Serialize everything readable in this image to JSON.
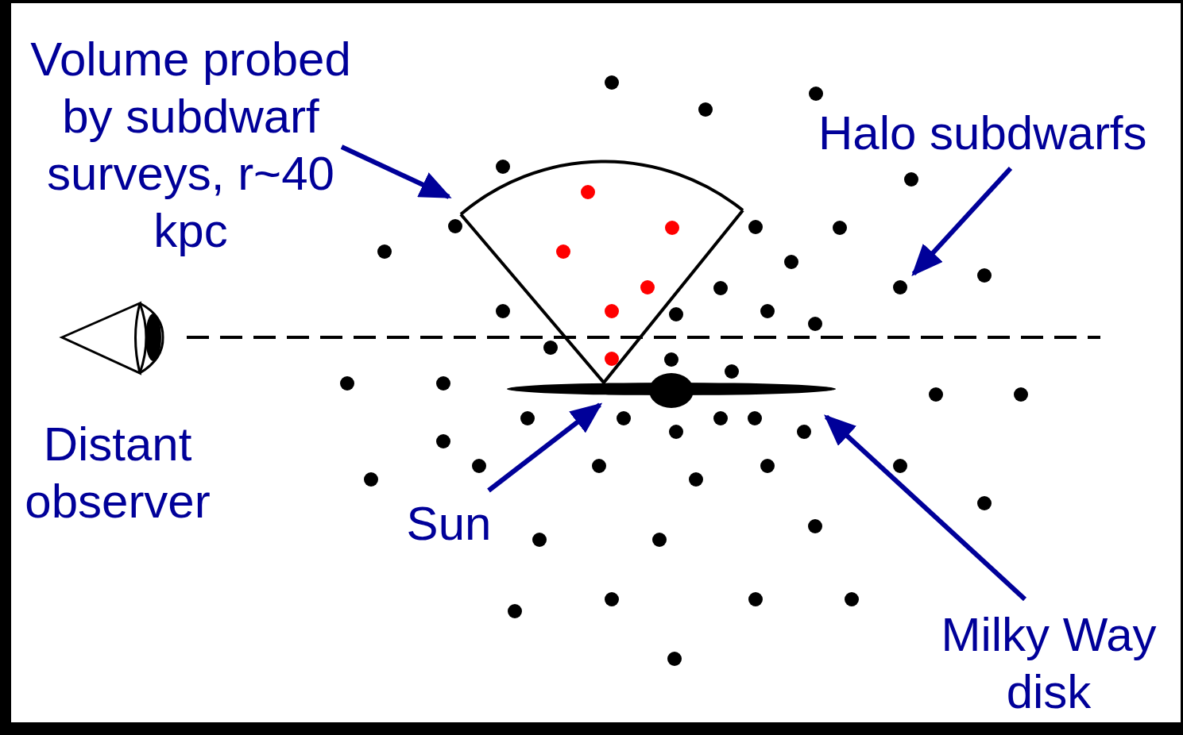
{
  "diagram": {
    "labels": [
      "Volume probed by subdwarf surveys, r~40 kpc",
      "Halo subdwarfs",
      "Distant observer",
      "Sun",
      "Milky Way disk"
    ]
  }
}
